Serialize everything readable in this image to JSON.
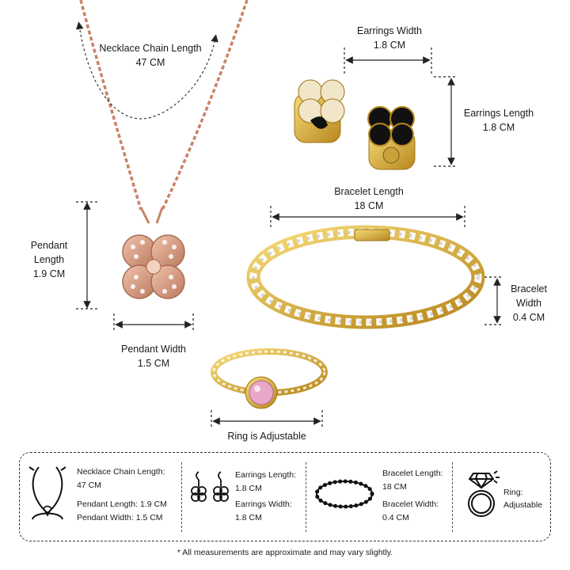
{
  "callouts": {
    "necklace_length": [
      "Necklace Chain Length",
      "47 CM"
    ],
    "earrings_width": [
      "Earrings Width",
      "1.8 CM"
    ],
    "earrings_length": [
      "Earrings Length",
      "1.8 CM"
    ],
    "bracelet_length": [
      "Bracelet Length",
      "18 CM"
    ],
    "pendant_length": [
      "Pendant",
      "Length",
      "1.9 CM"
    ],
    "bracelet_width": [
      "Bracelet",
      "Width",
      "0.4 CM"
    ],
    "pendant_width": [
      "Pendant Width",
      "1.5 CM"
    ],
    "ring": "Ring is Adjustable"
  },
  "summary": {
    "necklace": {
      "icon": "necklace-icon",
      "chain_label": "Necklace Chain Length:",
      "chain_value": "47 CM",
      "pendant_length": "Pendant Length: 1.9 CM",
      "pendant_width": "Pendant Width: 1.5 CM"
    },
    "earrings": {
      "icon": "earrings-icon",
      "length_label": "Earrings Length:",
      "length_value": "1.8 CM",
      "width_label": "Earrings Width:",
      "width_value": "1.8 CM"
    },
    "bracelet": {
      "icon": "bracelet-icon",
      "length_label": "Bracelet Length:",
      "length_value": "18 CM",
      "width_label": "Bracelet Width:",
      "width_value": "0.4 CM"
    },
    "ring": {
      "icon": "ring-icon",
      "label": "Ring:",
      "value": "Adjustable"
    }
  },
  "footnote": "* All measurements are approximate and may vary slightly.",
  "colors": {
    "rose_gold": "#d49a7e",
    "gold": "#d6a72a",
    "black_enamel": "#111111",
    "pink_stone": "#e9a7c9",
    "line": "#222222"
  }
}
